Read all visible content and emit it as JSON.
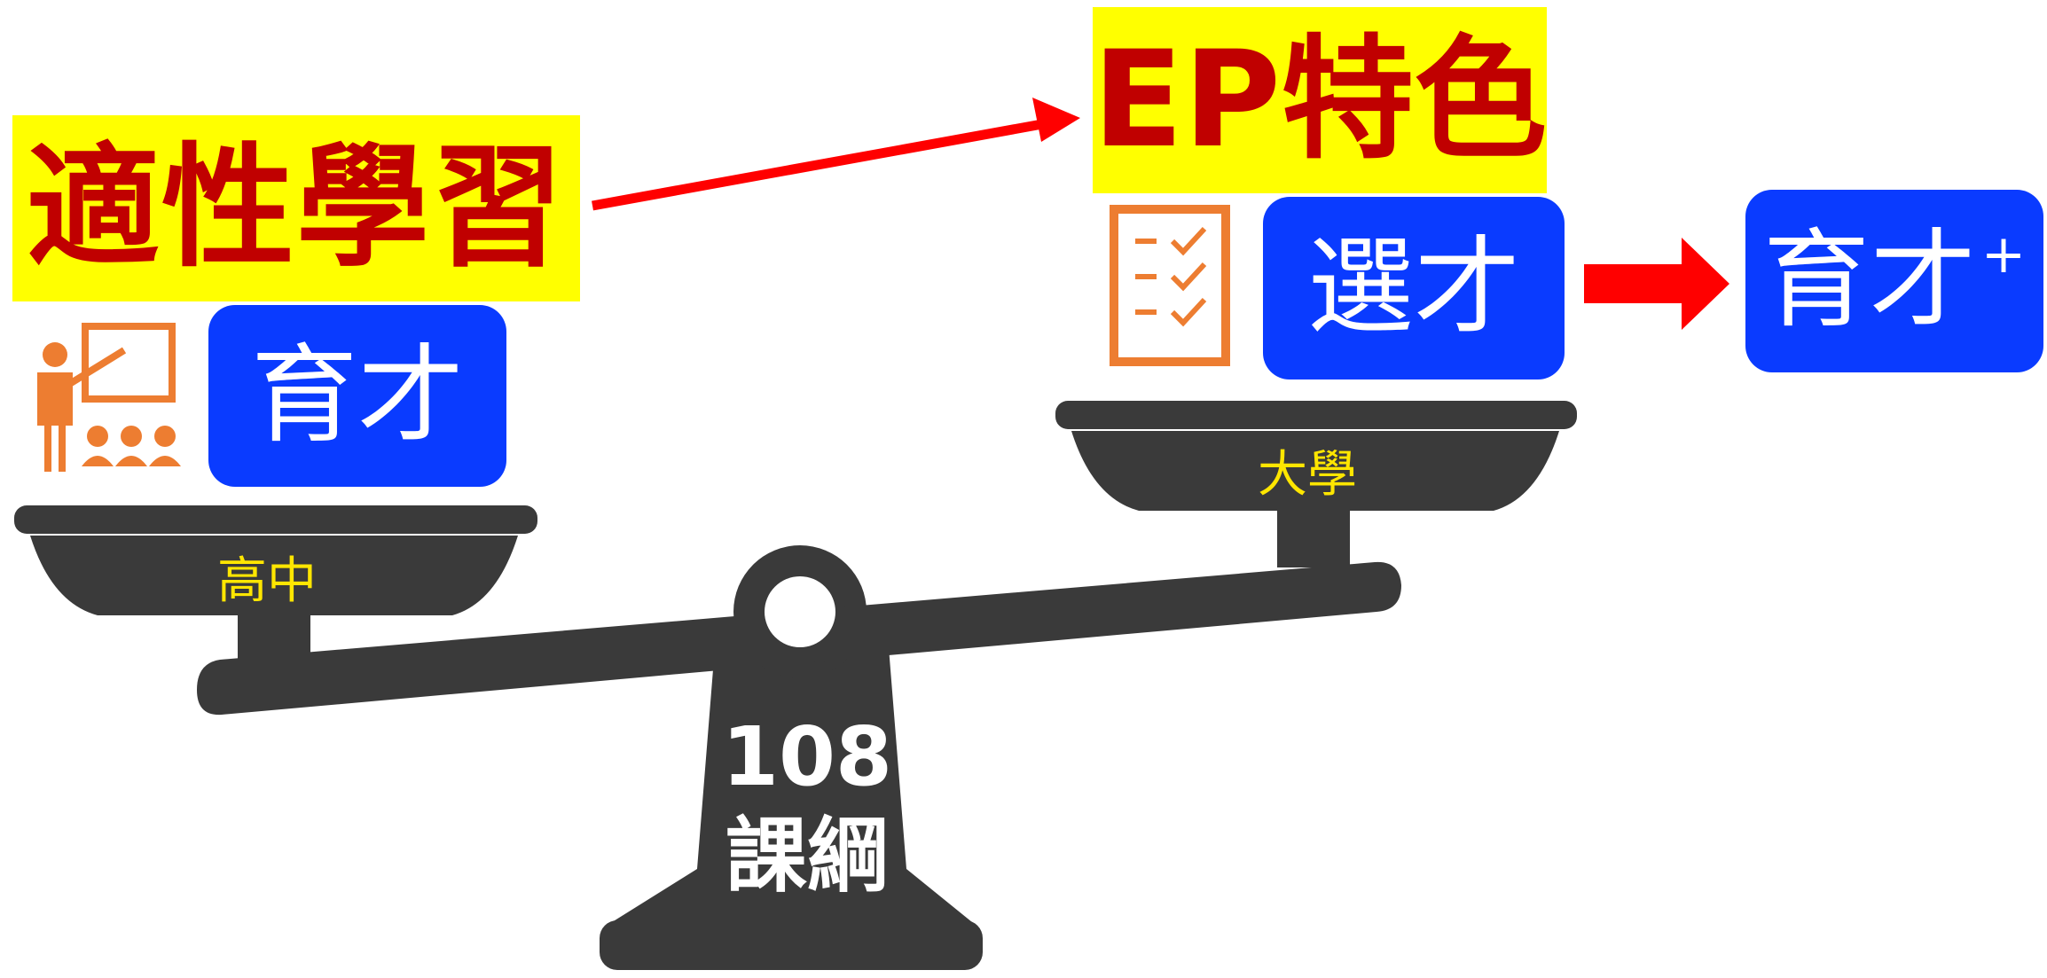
{
  "left": {
    "keyword": "適性學習",
    "box_label": "育才",
    "pan_label": "高中"
  },
  "right": {
    "keyword": "EP特色",
    "select_label": "選才",
    "plus_label": "育才",
    "plus_sup": "+",
    "pan_label": "大學"
  },
  "fulcrum": {
    "number": "108",
    "text": "課綱"
  },
  "icons": {
    "teacher": "teacher-presentation-icon",
    "checklist": "checklist-icon"
  },
  "colors": {
    "keyword_bg": "#ffff00",
    "keyword_text": "#c00000",
    "box_blue": "#0a3bff",
    "arrow_red": "#ff0000",
    "scale_gray": "#3a3a3a",
    "icon_orange": "#ed7d31",
    "pan_label": "#ffe600"
  }
}
